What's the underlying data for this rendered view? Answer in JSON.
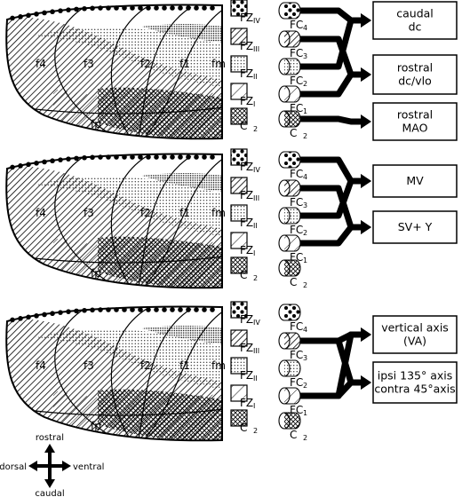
{
  "compass": {
    "up": "rostral",
    "down": "caudal",
    "left": "dorsal",
    "right": "ventral"
  },
  "panels": [
    {
      "cortex_labels": {
        "f4": "f4",
        "f3": "f3",
        "f2": "f2",
        "f1": "f1",
        "fm": "fm",
        "fp": "fp"
      },
      "zones": [
        {
          "main": "FZ",
          "sub": "IV",
          "fc_main": "FC",
          "fc_sub": "4"
        },
        {
          "main": "FZ",
          "sub": "III",
          "fc_main": "FC",
          "fc_sub": "3"
        },
        {
          "main": "FZ",
          "sub": "II",
          "fc_main": "FC",
          "fc_sub": "2"
        },
        {
          "main": "FZ",
          "sub": "I",
          "fc_main": "FC",
          "fc_sub": "1"
        },
        {
          "main": "C",
          "sub": "2",
          "fc_main": "C",
          "fc_sub": "2"
        }
      ],
      "boxes": [
        {
          "lines": [
            "caudal",
            "dc"
          ]
        },
        {
          "lines": [
            "rostral",
            "dc/vlo"
          ]
        },
        {
          "lines": [
            "rostral",
            "MAO"
          ]
        }
      ]
    },
    {
      "cortex_labels": {
        "f4": "f4",
        "f3": "f3",
        "f2": "f2",
        "f1": "f1",
        "fm": "fm",
        "fp": "fp"
      },
      "zones": [
        {
          "main": "FZ",
          "sub": "IV",
          "fc_main": "FC",
          "fc_sub": "4"
        },
        {
          "main": "FZ",
          "sub": "III",
          "fc_main": "FC",
          "fc_sub": "3"
        },
        {
          "main": "FZ",
          "sub": "II",
          "fc_main": "FC",
          "fc_sub": "2"
        },
        {
          "main": "FZ",
          "sub": "I",
          "fc_main": "FC",
          "fc_sub": "1"
        },
        {
          "main": "C",
          "sub": "2",
          "fc_main": "C",
          "fc_sub": "2"
        }
      ],
      "boxes": [
        {
          "lines": [
            "MV"
          ]
        },
        {
          "lines": [
            "SV+ Y"
          ]
        }
      ]
    },
    {
      "cortex_labels": {
        "f4": "f4",
        "f3": "f3",
        "f2": "f2",
        "f1": "f1",
        "fm": "fm",
        "fp": "fp"
      },
      "zones": [
        {
          "main": "FZ",
          "sub": "IV",
          "fc_main": "FC",
          "fc_sub": "4"
        },
        {
          "main": "FZ",
          "sub": "III",
          "fc_main": "FC",
          "fc_sub": "3"
        },
        {
          "main": "FZ",
          "sub": "II",
          "fc_main": "FC",
          "fc_sub": "2"
        },
        {
          "main": "FZ",
          "sub": "I",
          "fc_main": "FC",
          "fc_sub": "1"
        },
        {
          "main": "C",
          "sub": "2",
          "fc_main": "C",
          "fc_sub": "2"
        }
      ],
      "boxes": [
        {
          "lines": [
            "vertical axis",
            "(VA)"
          ]
        },
        {
          "lines": [
            "ipsi 135° axis",
            "contra 45°axis"
          ]
        }
      ]
    }
  ]
}
